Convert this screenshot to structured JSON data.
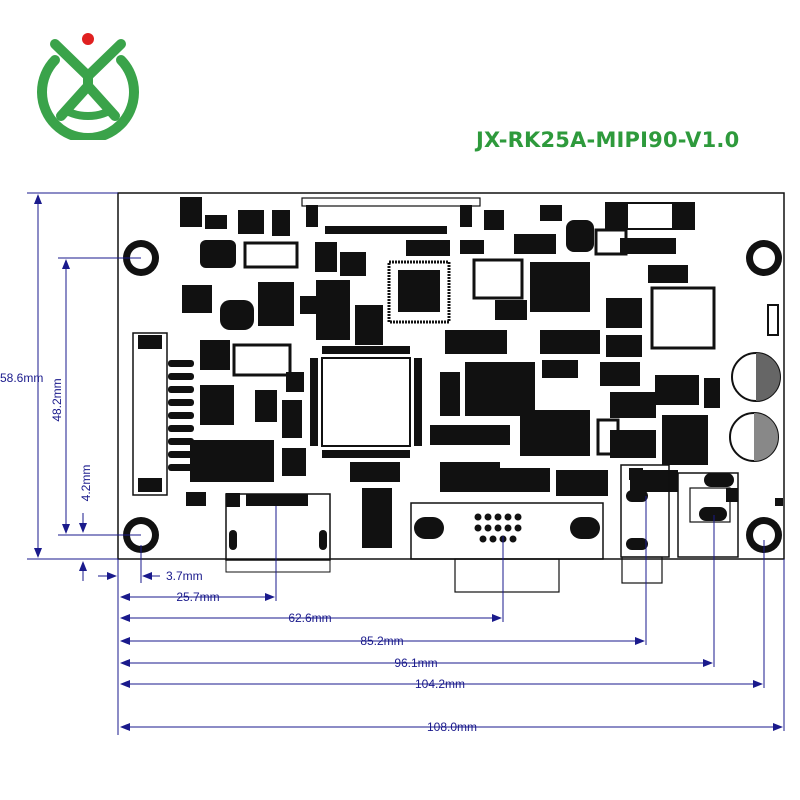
{
  "brand": {
    "logo_primary": "#3aa34a",
    "logo_dot": "#e02020"
  },
  "header": {
    "model": "JX-RK25A-MIPI90-V1.0",
    "model_color": "#2e9a3c"
  },
  "dimensions": {
    "vertical": [
      {
        "id": "overall-height",
        "label": "58.6mm"
      },
      {
        "id": "hole-spacing-height",
        "label": "48.2mm"
      },
      {
        "id": "hole-offset-bottom",
        "label": "4.2mm"
      }
    ],
    "horizontal": [
      {
        "id": "hole-offset-left",
        "label": "3.7mm"
      },
      {
        "id": "fpc-connector",
        "label": "25.7mm"
      },
      {
        "id": "vga-connector",
        "label": "62.6mm"
      },
      {
        "id": "audio-jack",
        "label": "85.2mm"
      },
      {
        "id": "power-jack",
        "label": "96.1mm"
      },
      {
        "id": "right-hole",
        "label": "104.2mm"
      },
      {
        "id": "overall-width",
        "label": "108.0mm"
      }
    ]
  },
  "colors": {
    "line": "#111111",
    "dimension": "#1a1a8c",
    "board": "#ffffff",
    "component": "#111111"
  }
}
